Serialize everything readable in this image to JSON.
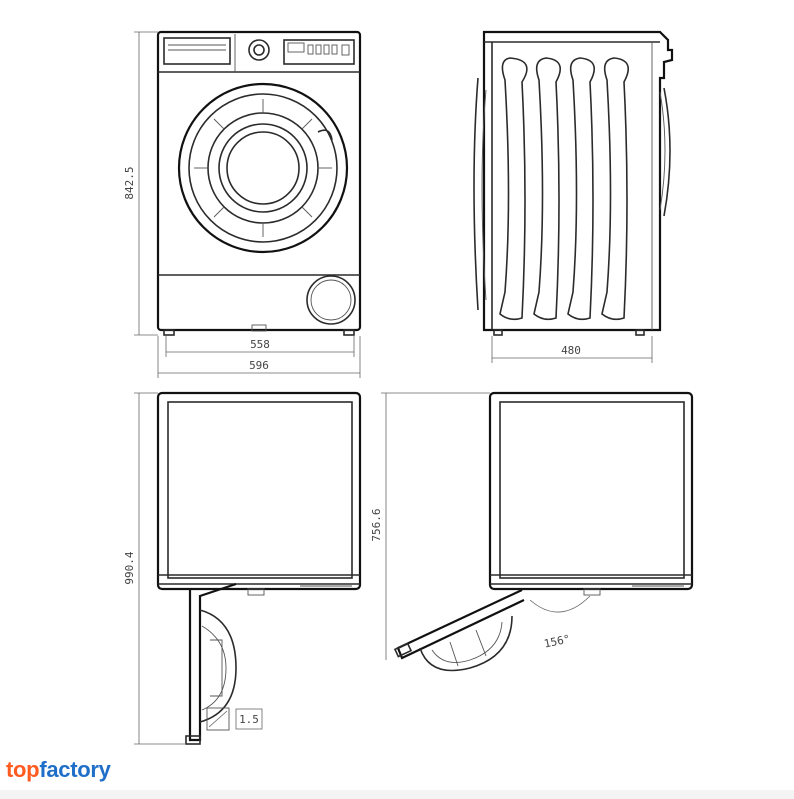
{
  "brand": {
    "part1": "top",
    "part2": "factory",
    "color_top": "#ff5a1f",
    "color_factory": "#1f6fc9"
  },
  "dimensions": {
    "height": "842.5",
    "inner_width": "558",
    "width": "596",
    "depth": "480",
    "depth_door_open": "990.4",
    "depth_body": "756.6",
    "door_angle": "156°",
    "gap": "1.5"
  }
}
